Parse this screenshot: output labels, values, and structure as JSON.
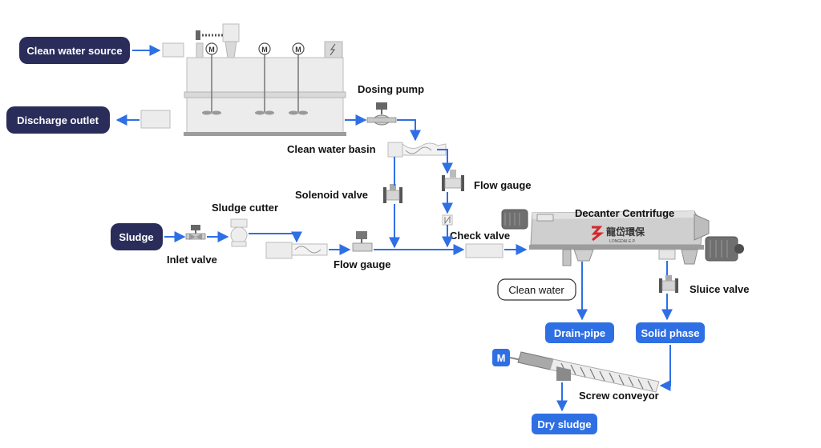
{
  "boxes": {
    "clean_water_source": "Clean water source",
    "discharge_outlet": "Discharge outlet",
    "sludge": "Sludge",
    "drain_pipe": "Drain-pipe",
    "solid_phase": "Solid phase",
    "dry_sludge": "Dry sludge",
    "clean_water": "Clean water",
    "motor": "M"
  },
  "labels": {
    "dosing_pump": "Dosing pump",
    "clean_water_basin": "Clean water basin",
    "flow_gauge_top": "Flow gauge",
    "solenoid_valve": "Solenoid valve",
    "sludge_cutter": "Sludge cutter",
    "check_valve": "Check valve",
    "inlet_valve": "Inlet valve",
    "flow_gauge_bottom": "Flow gauge",
    "decanter_centrifuge": "Decanter Centrifuge",
    "sluice_valve": "Sluice valve",
    "screw_conveyor": "Screw conveyor"
  },
  "tank_motors": [
    "M",
    "M",
    "M"
  ],
  "logo": {
    "chinese": "龍岱環保",
    "latin": "LONGDAI E.P."
  },
  "colors": {
    "navy": "#2a2d5a",
    "blue": "#2f6fe4",
    "arrow": "#2f6fe4",
    "equipment": "#d9d9d9"
  }
}
